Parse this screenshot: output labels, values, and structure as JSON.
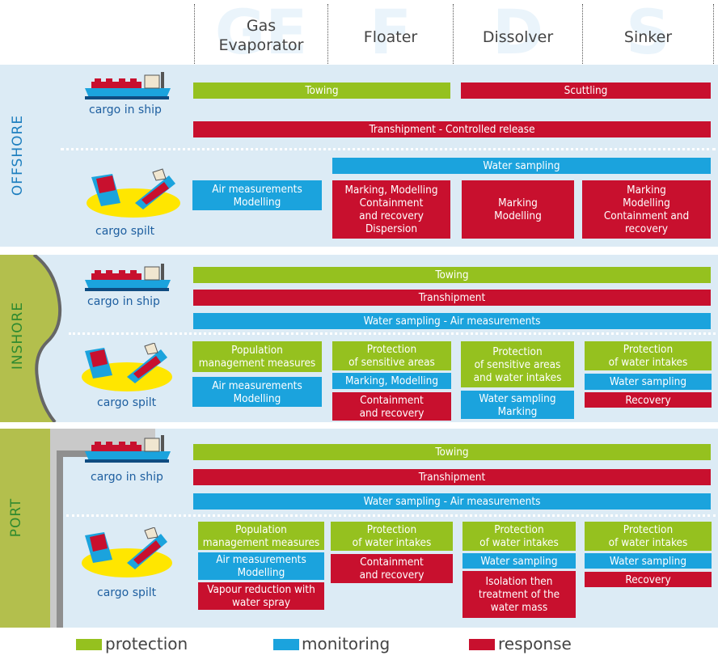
{
  "columns": [
    {
      "letter": "GE",
      "name": "Gas\nEvaporator"
    },
    {
      "letter": "F",
      "name": "Floater"
    },
    {
      "letter": "D",
      "name": "Dissolver"
    },
    {
      "letter": "S",
      "name": "Sinker"
    }
  ],
  "zones": {
    "offshore": {
      "label": "OFFSHORE",
      "ship_caption": "cargo in ship",
      "spilt_caption": "cargo spilt",
      "towing": "Towing",
      "scuttling": "Scuttling",
      "transhipment": "Transhipment - Controlled release",
      "water_sampling": "Water sampling",
      "ge_box": "Air measurements\nModelling",
      "f_box": "Marking, Modelling\nContainment\nand recovery\nDispersion",
      "d_box": "Marking\nModelling",
      "s_box": "Marking\nModelling\nContainment and\nrecovery"
    },
    "inshore": {
      "label": "INSHORE",
      "ship_caption": "cargo in ship",
      "spilt_caption": "cargo spilt",
      "towing": "Towing",
      "transhipment": "Transhipment",
      "water_sampling": "Water sampling - Air measurements",
      "ge_protect": "Population\nmanagement measures",
      "ge_monitor": "Air measurements\nModelling",
      "f_protect": "Protection\nof sensitive areas",
      "f_monitor": "Marking, Modelling",
      "f_response": "Containment\nand recovery",
      "d_protect": "Protection\nof sensitive areas\nand water intakes",
      "d_monitor": "Water sampling\nMarking",
      "s_protect": "Protection\nof water intakes",
      "s_monitor": "Water sampling",
      "s_response": "Recovery"
    },
    "port": {
      "label": "PORT",
      "ship_caption": "cargo in ship",
      "spilt_caption": "cargo spilt",
      "towing": "Towing",
      "transhipment": "Transhipment",
      "water_sampling": "Water sampling - Air measurements",
      "ge_protect": "Population\nmanagement measures",
      "ge_monitor": "Air measurements\nModelling",
      "ge_response": "Vapour reduction with\nwater spray",
      "f_protect": "Protection\nof water intakes",
      "f_response": "Containment\nand recovery",
      "d_protect": "Protection\nof water intakes",
      "d_monitor": "Water sampling",
      "d_response": "Isolation then\ntreatment of the\nwater mass",
      "s_protect": "Protection\nof water intakes",
      "s_monitor": "Water sampling",
      "s_response": "Recovery"
    }
  },
  "legend": {
    "protection": "protection",
    "monitoring": "monitoring",
    "response": "response"
  },
  "colors": {
    "protection": "#95c11f",
    "monitoring": "#1ba3dd",
    "response": "#c8102e",
    "band": "#dcebf5",
    "zone_label": "#1e7fbf"
  }
}
